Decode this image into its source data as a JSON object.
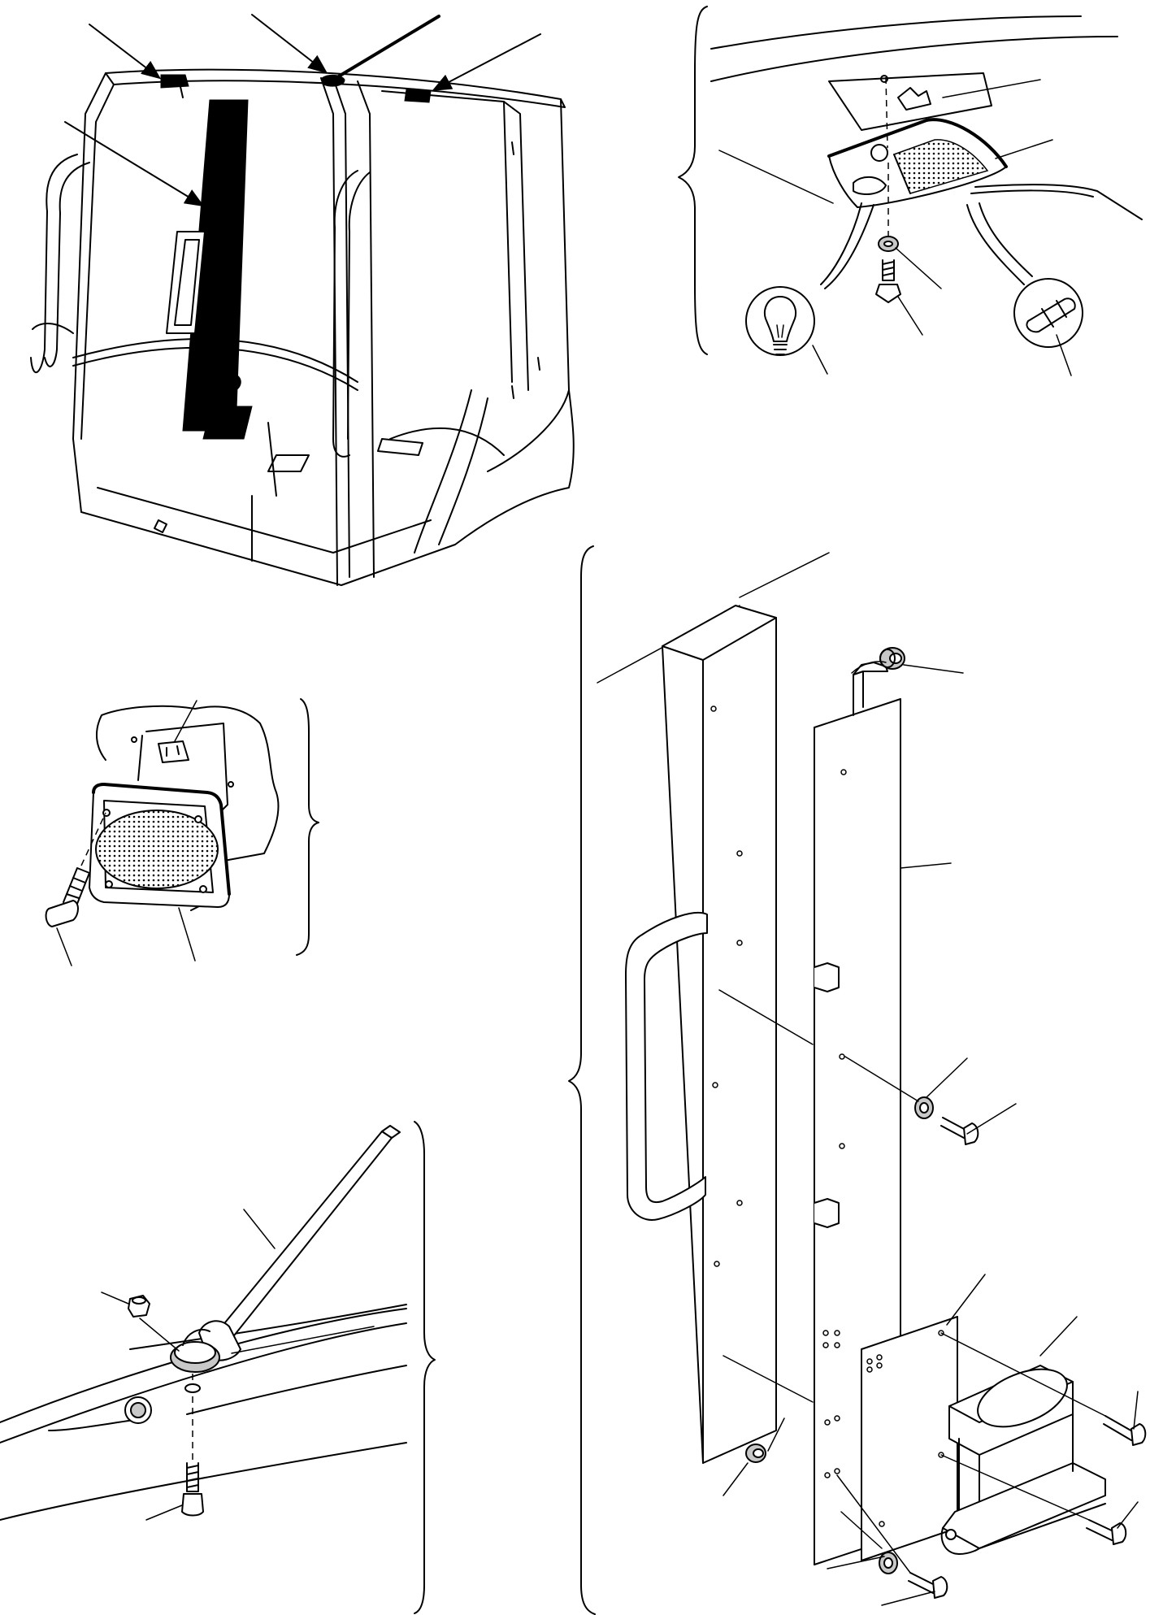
{
  "colors": {
    "ink": "#000000",
    "paper": "#ffffff",
    "shade": "#c8c8c8"
  },
  "figures": [
    {
      "view": "cab-overview"
    },
    {
      "view": "ceiling-lamp-detail"
    },
    {
      "view": "speaker-detail"
    },
    {
      "view": "antenna-detail"
    },
    {
      "view": "pillar-bracket-detail"
    }
  ]
}
